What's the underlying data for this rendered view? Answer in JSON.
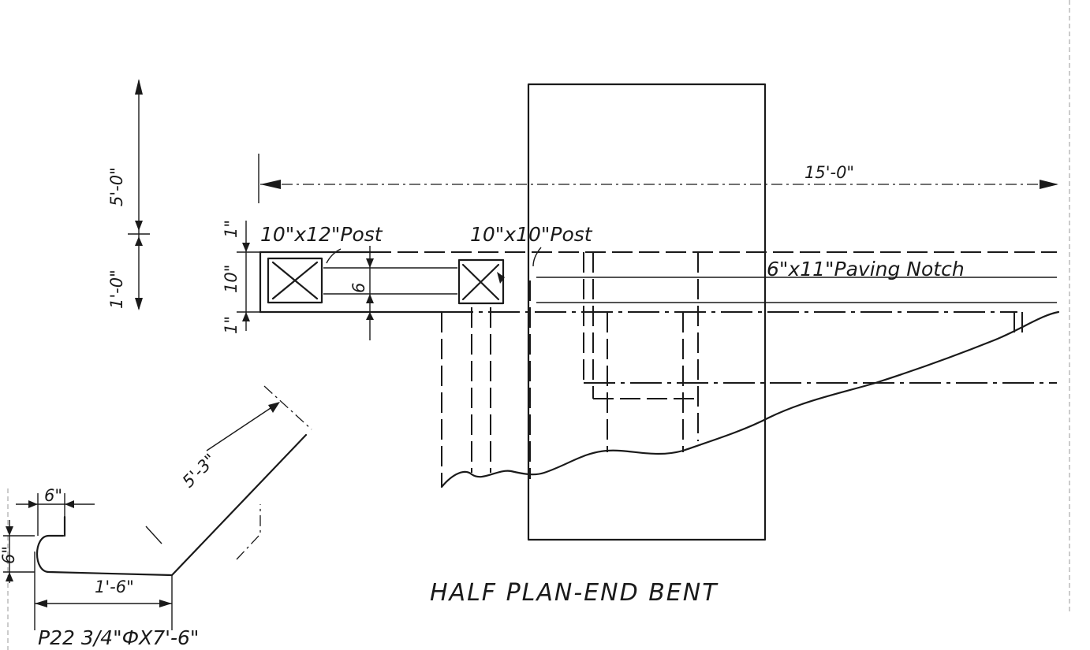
{
  "drawing": {
    "title": "HALF PLAN-END BENT",
    "span_dim": "15'-0\"",
    "post_left": "10\"x12\"Post",
    "post_right": "10\"x10\"Post",
    "paving_notch": "6\"x11\"Paving Notch",
    "dim_5_0": "5'-0\"",
    "dim_1_0": "1'-0\"",
    "dim_1_top": "1\"",
    "dim_10": "10\"",
    "dim_1_bottom": "1\"",
    "dim_6_post": "6",
    "bar": {
      "mark": "P22 3/4\"ФX7'-6\"",
      "leg_long": "5'-3\"",
      "leg_short": "1'-6\"",
      "hook_width": "6\"",
      "hook_height": "6\""
    }
  }
}
